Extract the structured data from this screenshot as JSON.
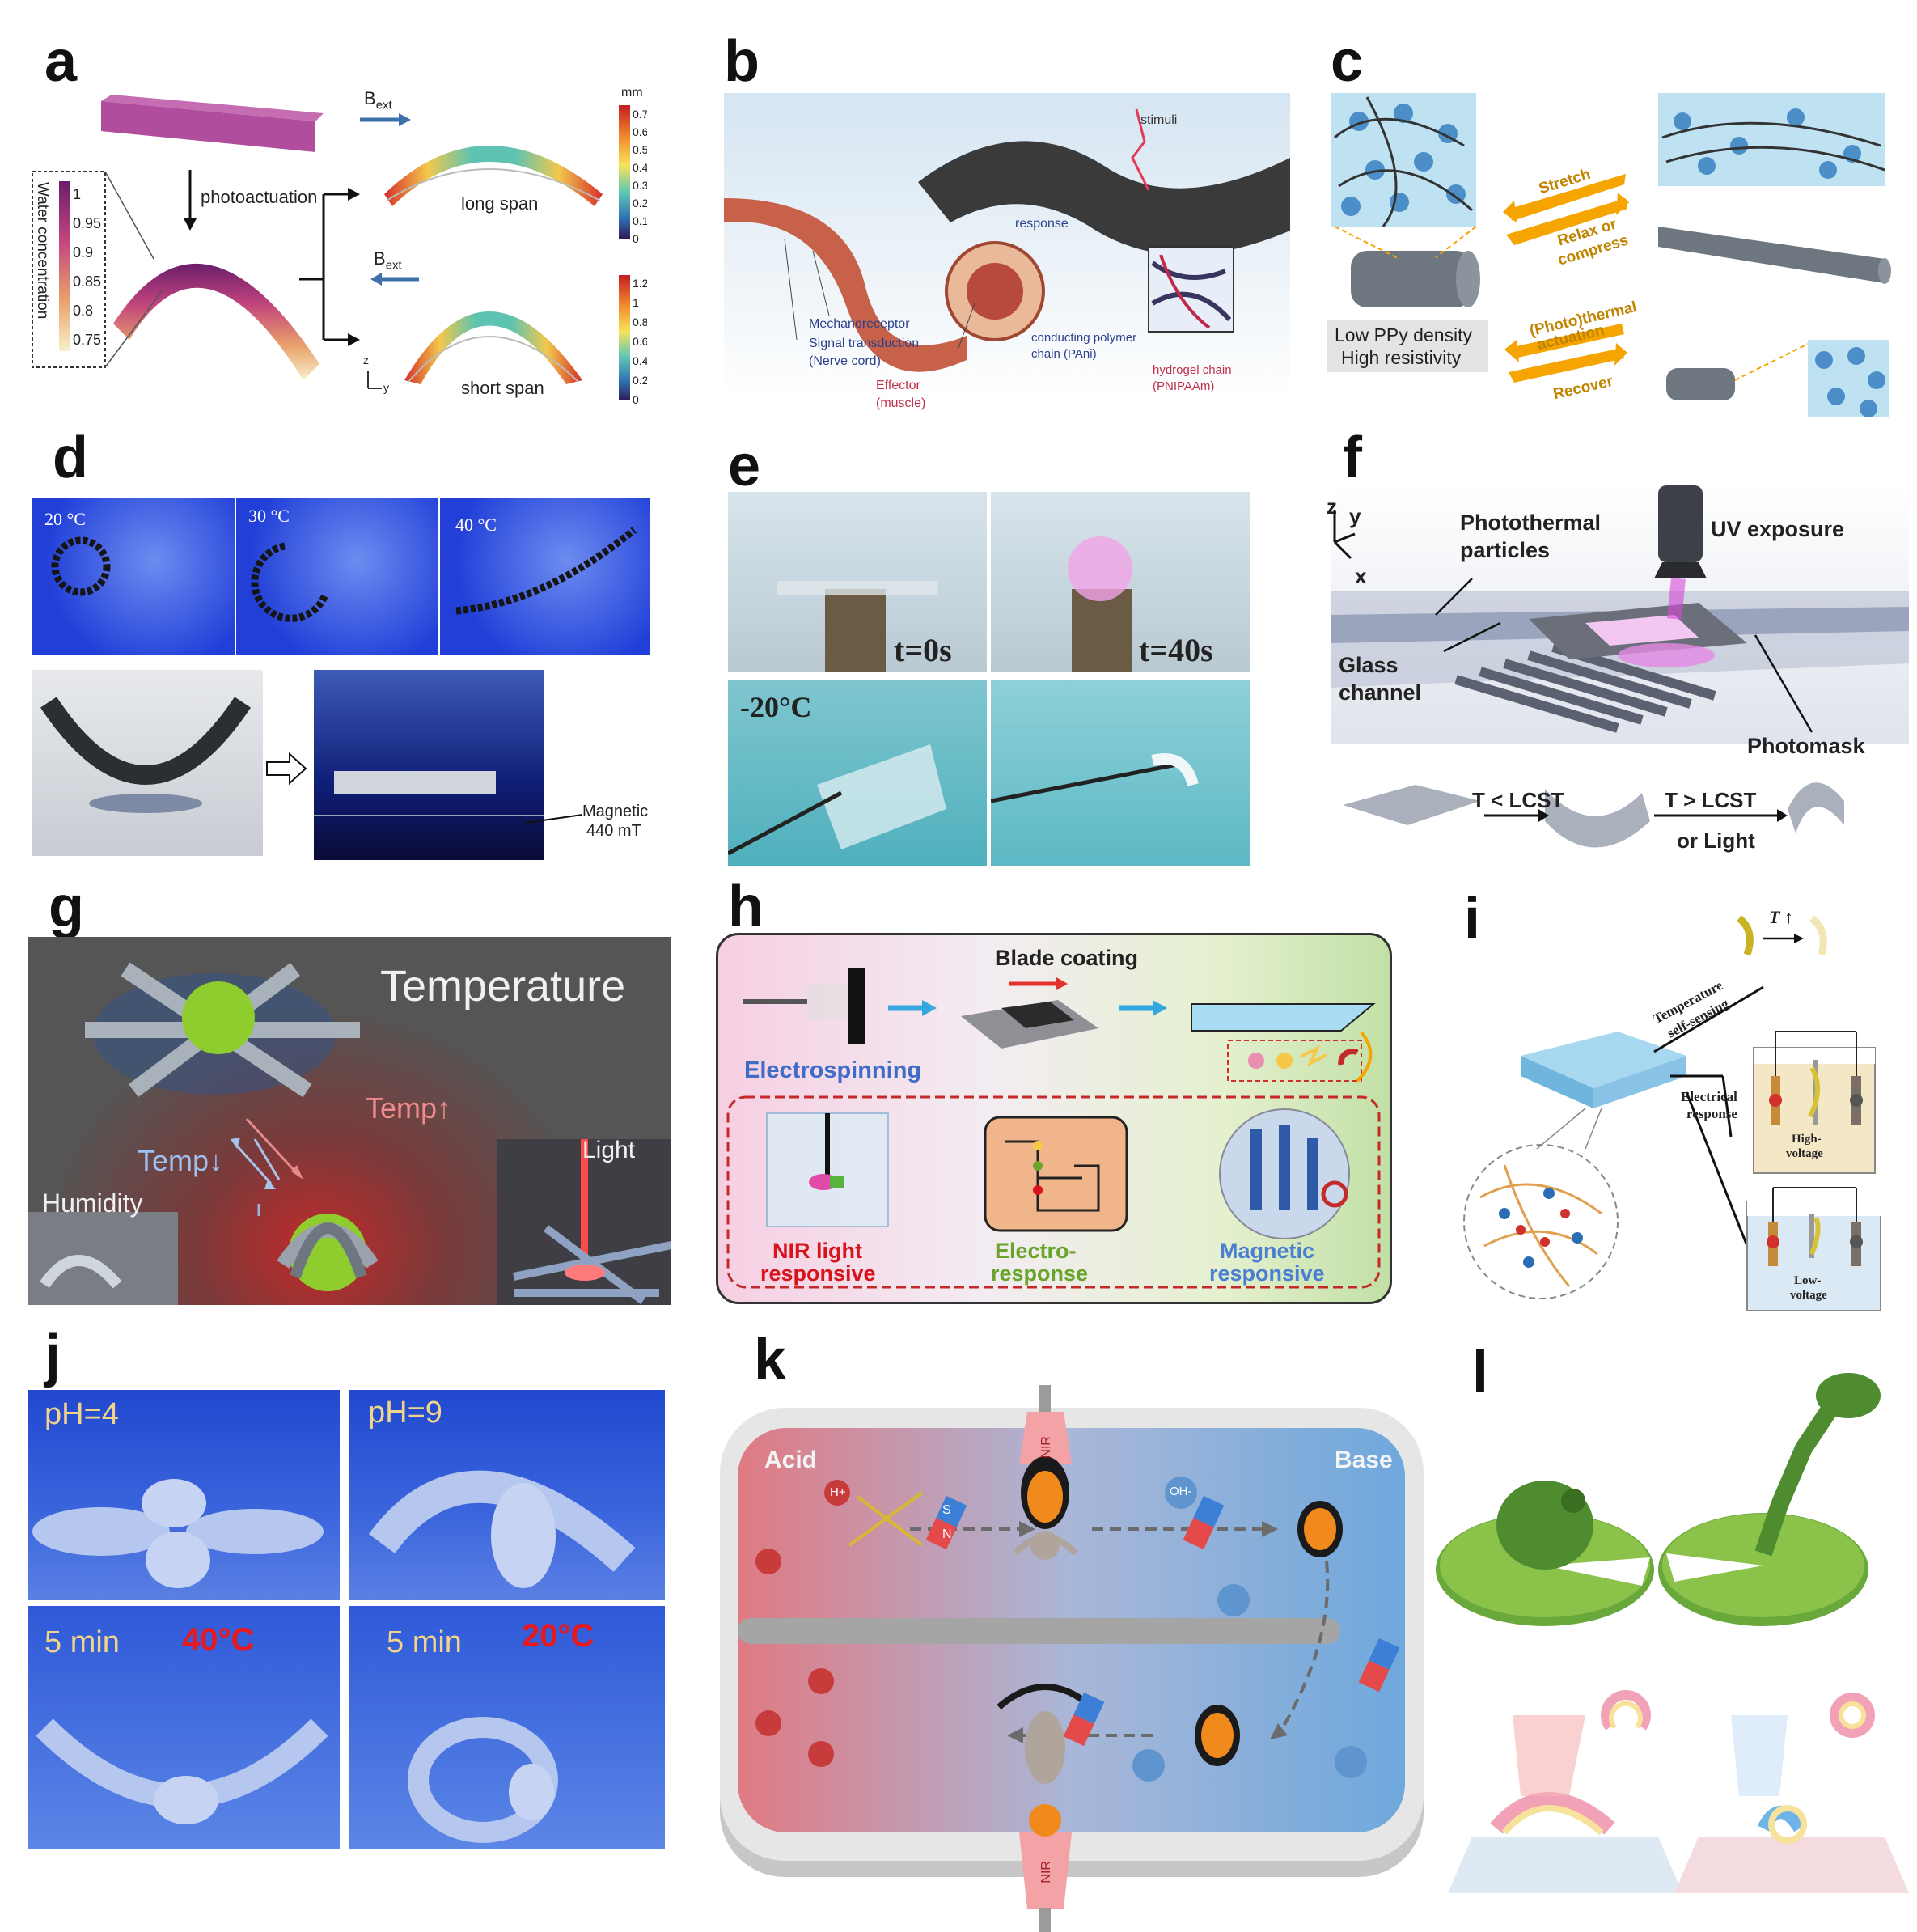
{
  "panels": {
    "a": {
      "label": "a",
      "photoactuation": "photoactuation",
      "cbar_left_title": "Water concentration",
      "cbar_left_ticks": [
        "1",
        "0.95",
        "0.9",
        "0.85",
        "0.8",
        "0.75"
      ],
      "bext": "B",
      "bext_sub": "ext",
      "long_span": "long span",
      "short_span": "short span",
      "cbar_top_unit": "mm",
      "cbar_top_ticks": [
        "0.7",
        "0.6",
        "0.5",
        "0.4",
        "0.3",
        "0.2",
        "0.1",
        "0"
      ],
      "cbar_bot_ticks": [
        "1.2",
        "1",
        "0.8",
        "0.6",
        "0.4",
        "0.2",
        "0"
      ],
      "axis_z": "z",
      "axis_y": "y"
    },
    "b": {
      "label": "b",
      "stimuli": "stimuli",
      "response": "response",
      "mechanoreceptor": "Mechanoreceptor",
      "signal": "Signal transduction",
      "nerve": "(Nerve cord)",
      "effector": "Effector",
      "muscle": "(muscle)",
      "conducting": "conducting polymer",
      "chain_pani": "chain (PAni)",
      "hydrogel": "hydrogel chain",
      "pnipaam": "(PNIPAAm)"
    },
    "c": {
      "label": "c",
      "low_ppy": "Low PPy density",
      "high_res": "High resistivity",
      "stretch": "Stretch",
      "relax": "Relax or",
      "compress": "compress",
      "photothermal": "(Photo)thermal",
      "actuation": "actuation",
      "recover": "Recover"
    },
    "d": {
      "label": "d",
      "temps": [
        "20 °C",
        "30 °C",
        "40 °C"
      ],
      "magnetic": "Magnetic",
      "field": "440 mT"
    },
    "e": {
      "label": "e",
      "t0": "t=0s",
      "t40": "t=40s",
      "minus20": "-20°C"
    },
    "f": {
      "label": "f",
      "axis_z": "z",
      "axis_y": "y",
      "axis_x": "x",
      "particles1": "Photothermal",
      "particles2": "particles",
      "uv": "UV exposure",
      "glass1": "Glass",
      "glass2": "channel",
      "photomask": "Photomask",
      "cond1": "T < LCST",
      "cond2": "T > LCST",
      "or_light": "or Light"
    },
    "g": {
      "label": "g",
      "temperature": "Temperature",
      "temp_up": "Temp",
      "temp_down": "Temp",
      "humidity": "Humidity",
      "light": "Light"
    },
    "h": {
      "label": "h",
      "blade": "Blade coating",
      "electrospinning": "Electrospinning",
      "nir1": "NIR light",
      "nir2": "responsive",
      "electro1": "Electro-",
      "electro2": "response",
      "magnetic1": "Magnetic",
      "magnetic2": "responsive"
    },
    "i": {
      "label": "i",
      "t_up": "T ↑",
      "temperature1": "Temperature",
      "temperature2": "self-sensing",
      "electrical1": "Electrical",
      "electrical2": "response",
      "high1": "High-",
      "high2": "voltage",
      "low1": "Low-",
      "low2": "voltage"
    },
    "j": {
      "label": "j",
      "ph4": "pH=4",
      "ph9": "pH=9",
      "min1": "5 min",
      "min2": "5 min",
      "t40": "40°C",
      "t20": "20°C"
    },
    "k": {
      "label": "k",
      "acid": "Acid",
      "base": "Base",
      "nir_top": "NIR",
      "nir_bottom": "NIR",
      "h_plus": "H+",
      "oh_minus": "OH-",
      "magnet_s": "S",
      "magnet_n": "N"
    },
    "l": {
      "label": "l"
    }
  },
  "colors": {
    "accent_orange": "#f5a400",
    "nir_red": "#d8131b",
    "electro_green": "#6aa52b",
    "magnetic_blue": "#4b7fd1",
    "photo_blue": "#1e3fd6",
    "acid_red": "#e07a83",
    "base_blue": "#6ea8dc"
  }
}
